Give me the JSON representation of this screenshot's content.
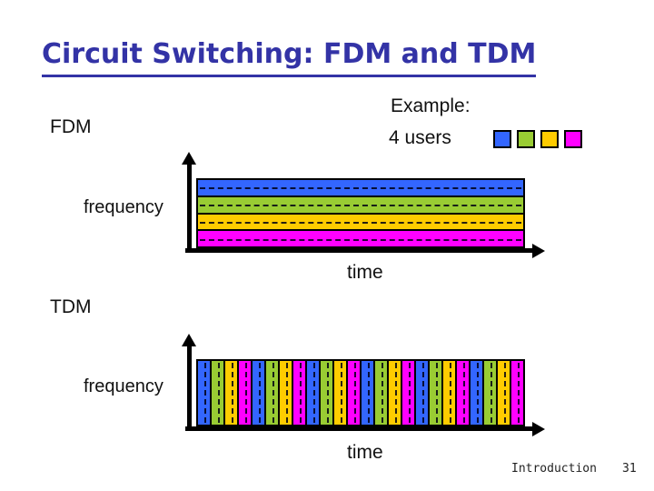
{
  "slide": {
    "title": "Circuit Switching: FDM and TDM",
    "example_label": "Example:",
    "users_label": "4 users",
    "fdm_section_label": "FDM",
    "tdm_section_label": "TDM"
  },
  "colors": {
    "title": "#3333A6",
    "text": "#111111",
    "axis": "#000000",
    "user_colors": [
      "#3366FF",
      "#99CC33",
      "#FFCC00",
      "#FF00FF"
    ]
  },
  "legend": {
    "swatch_colors": [
      "#3366FF",
      "#99CC33",
      "#FFCC00",
      "#FF00FF"
    ]
  },
  "diagrams": [
    {
      "id": "fdm",
      "type": "frequency-division-bands",
      "y_axis_label": "frequency",
      "x_axis_label": "time",
      "bands_top_to_bottom": [
        "#3366FF",
        "#99CC33",
        "#FFCC00",
        "#FF00FF"
      ],
      "band_style": "horizontal band per user with center dashed line"
    },
    {
      "id": "tdm",
      "type": "time-division-slots",
      "y_axis_label": "frequency",
      "x_axis_label": "time",
      "slot_color_cycle": [
        "#3366FF",
        "#99CC33",
        "#FFCC00",
        "#FF00FF"
      ],
      "slot_repeats": 6,
      "total_slots": 24,
      "slot_style": "vertical slot per user with center dashed line"
    }
  ],
  "footer": {
    "section": "Introduction",
    "page": "31"
  }
}
